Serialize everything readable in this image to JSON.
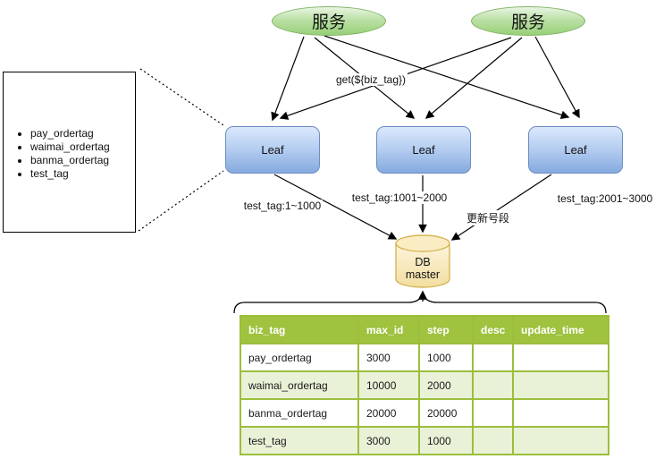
{
  "diagram": {
    "services": [
      {
        "label": "服务"
      },
      {
        "label": "服务"
      }
    ],
    "leaf_nodes": [
      {
        "label": "Leaf"
      },
      {
        "label": "Leaf"
      },
      {
        "label": "Leaf"
      }
    ],
    "db": {
      "line1": "DB",
      "line2": "master"
    },
    "tag_list": {
      "items": [
        "pay_ordertag",
        "waimai_ordertag",
        "banma_ordertag",
        "test_tag"
      ]
    },
    "edge_labels": {
      "get_call": "get(${biz_tag})",
      "leaf1_range": "test_tag:1~1000",
      "leaf2_range": "test_tag:1001~2000",
      "leaf3_range": "test_tag:2001~3000",
      "update_segment": "更新号段"
    },
    "colors": {
      "service_fill": "#97D077",
      "service_stroke": "#82B366",
      "leaf_fill": "#DAE8FC",
      "leaf_fill_bottom": "#85AADF",
      "leaf_stroke": "#6C8EBF",
      "db_fill": "#FAEDC4",
      "db_stroke": "#D6B656",
      "table_header": "#9FC23F",
      "table_stripe": "#E9F1D7",
      "table_border": "#9CBE3C",
      "line_color": "#000000"
    }
  },
  "table": {
    "headers": [
      "biz_tag",
      "max_id",
      "step",
      "desc",
      "update_time"
    ],
    "rows": [
      [
        "pay_ordertag",
        "3000",
        "1000",
        "",
        ""
      ],
      [
        "waimai_ordertag",
        "10000",
        "2000",
        "",
        ""
      ],
      [
        "banma_ordertag",
        "20000",
        "20000",
        "",
        ""
      ],
      [
        "test_tag",
        "3000",
        "1000",
        "",
        ""
      ]
    ]
  }
}
